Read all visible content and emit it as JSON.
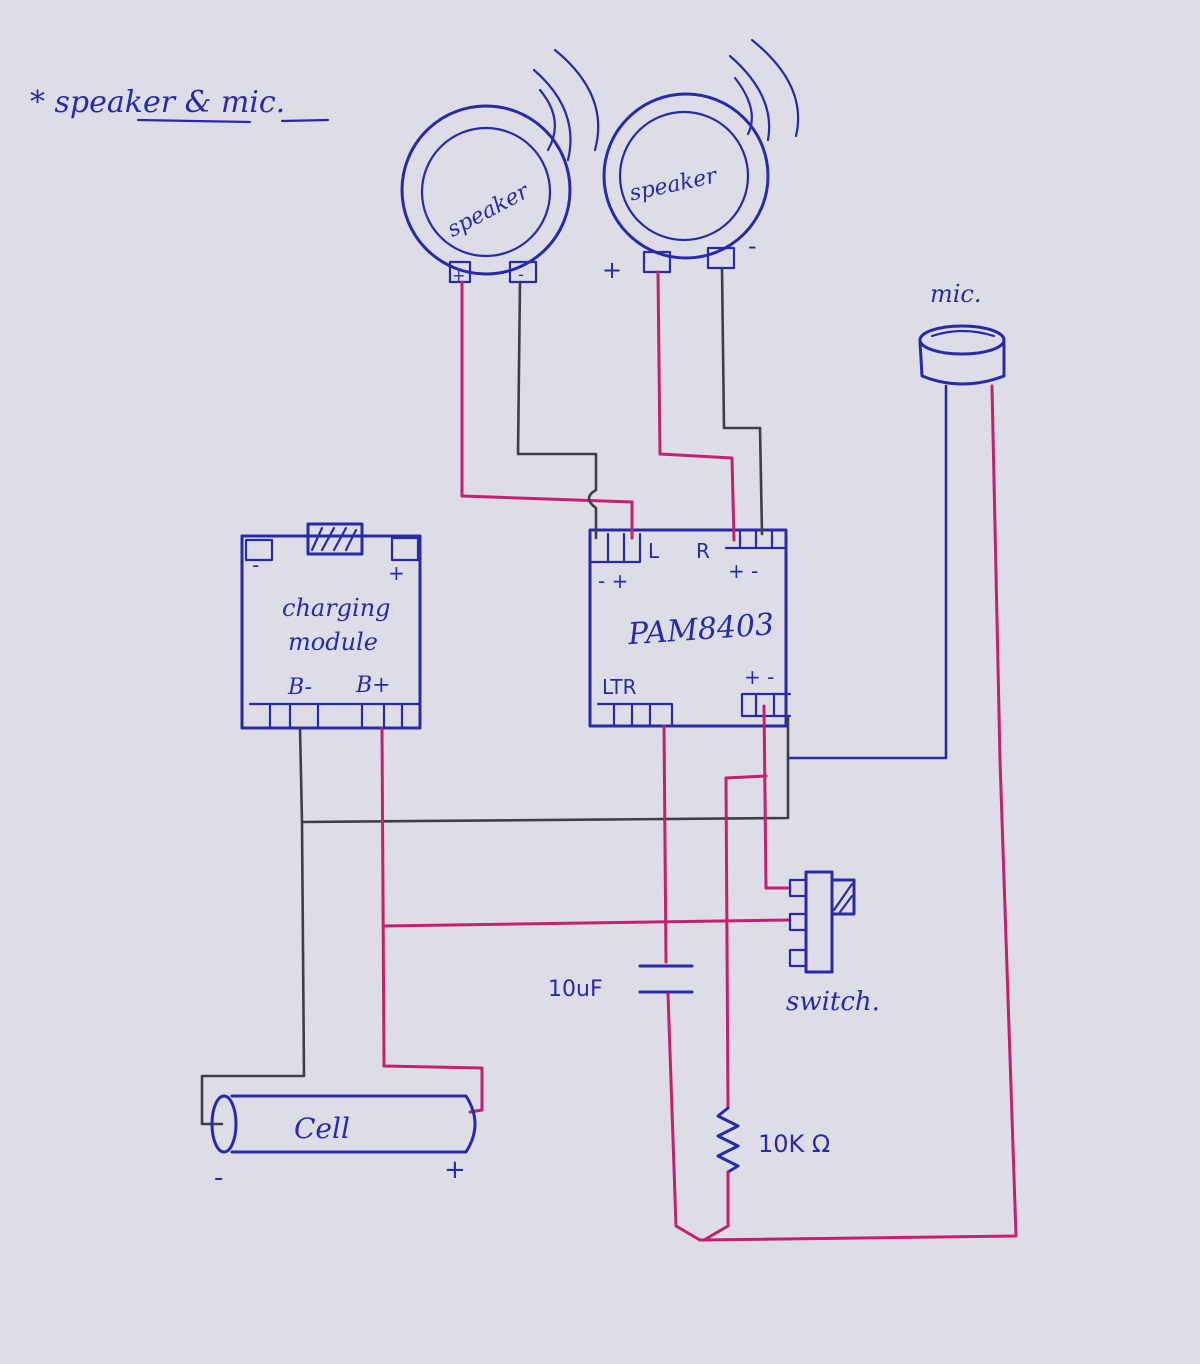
{
  "title": "* speaker & mic.",
  "speakers": [
    {
      "label": "speaker",
      "plus": "+",
      "minus": "-"
    },
    {
      "label": "speaker",
      "plus": "+",
      "minus": "-"
    }
  ],
  "mic": {
    "label": "mic."
  },
  "charging_module": {
    "line1": "charging",
    "line2": "module",
    "b_minus": "B-",
    "b_plus": "B+",
    "minus": "-",
    "plus": "+"
  },
  "amplifier": {
    "name": "PAM8403",
    "out_l": "L",
    "out_r": "R",
    "out_l_pol": "- +",
    "out_r_pol": "+ -",
    "in_pins": "LTR",
    "pwr_pol": "+ -"
  },
  "capacitor": {
    "label": "10uF"
  },
  "resistor": {
    "label": "10K Ω"
  },
  "switch": {
    "label": "switch."
  },
  "cell": {
    "label": "Cell",
    "minus": "-",
    "plus": "+"
  },
  "colors": {
    "paper": "#dcdde6",
    "ink": "#2a2aa8",
    "red_wire": "#c4206e",
    "black_wire": "#3d3f45"
  }
}
